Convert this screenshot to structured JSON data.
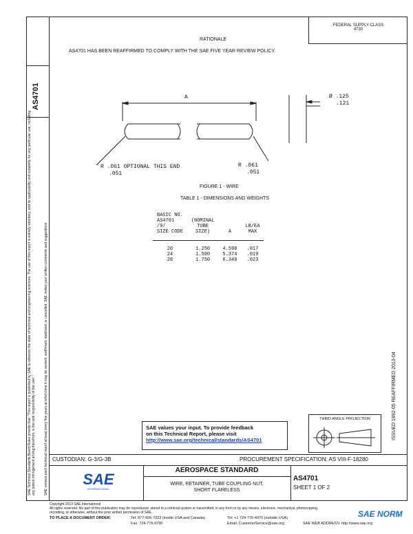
{
  "header": {
    "fedra": "FEDERAL SUPPLY CLASS",
    "fsc": "4730"
  },
  "side_code": "AS4701",
  "rationale": {
    "title": "RATIONALE",
    "text": "AS4701 HAS BEEN REAFFIRMED TO COMPLY WITH THE SAE FIVE YEAR REVIEW POLICY."
  },
  "figure": {
    "dim_a": "A",
    "dia_top": "Ø .125",
    "dia_bottom": ".121",
    "radius_left_1": "R .061  OPTIONAL THIS END",
    "radius_left_2": ".051",
    "radius_right_1": "R .061",
    "radius_right_2": ".051",
    "caption": "FIGURE 1 - WIRE"
  },
  "table": {
    "title": "TABLE 1 - DIMENSIONS AND WEIGHTS",
    "headers": [
      "BASIC NO.\nAS4701\n/9/\nSIZE CODE",
      "(NOMINAL\nTUBE\nSIZE)",
      "A",
      "LB/EA\nMAX"
    ],
    "rows": [
      [
        "20",
        "1.250",
        "4.598",
        ".017"
      ],
      [
        "24",
        "1.500",
        "5.374",
        ".019"
      ],
      [
        "28",
        "1.750",
        "6.349",
        ".023"
      ]
    ]
  },
  "issue_line": "ISSUED 1992-05 REAFFIRMED 2013-04",
  "feedback": {
    "line1": "SAE values your input. To provide feedback",
    "line2": "on this Technical Report, please visit",
    "link": "http://www.sae.org/technical/standards/AS4701"
  },
  "third_angle": "THIRD ANGLE PROJECTION",
  "custodian": "CUSTODIAN: G-3/G-3B",
  "procurement": "PROCUREMENT SPECIFICATION: AS VIII-F-18280",
  "title_block": {
    "logo": "SAE",
    "logo_sub": "INTERNATIONAL",
    "standard": "AEROSPACE STANDARD",
    "title_1": "WIRE, RETAINER, TUBE COUPLING NUT,",
    "title_2": "SHORT FLARELESS",
    "code": "AS4701",
    "sheet": "SHEET 1 OF 2"
  },
  "left_notice_1": "SAE Technical Standards Board Rules provide that: \"This report is published by SAE to advance the state of technical and engineering sciences. The use of this report is entirely voluntary, and its applicability and suitability for any particular use, including any patent infringement arising therefrom, is the sole responsibility of the user.\"",
  "left_notice_2": "SAE reviews each technical report at least every five years at which time it may be revised, reaffirmed, stabilized, or cancelled. SAE invites your written comments and suggestions.",
  "footer": {
    "copyright": "Copyright 2013 SAE International",
    "rights": "All rights reserved. No part of this publication may be reproduced, stored in a retrieval system or transmitted, in any form or by any means, electronic, mechanical, photocopying,",
    "rights2": "recording, or otherwise, without the prior written permission of SAE.",
    "order": "TO PLACE A DOCUMENT ORDER:",
    "tel1": "Tel: 877-606-7323 (inside USA and Canada)",
    "tel2": "Tel: +1 724-776-4970 (outside USA)",
    "fax": "Fax: 724-776-0790",
    "email": "Email: CustomerService@sae.org",
    "web": "SAE WEB ADDRESS: http://www.sae.org",
    "watermark": "SAE NORM"
  }
}
